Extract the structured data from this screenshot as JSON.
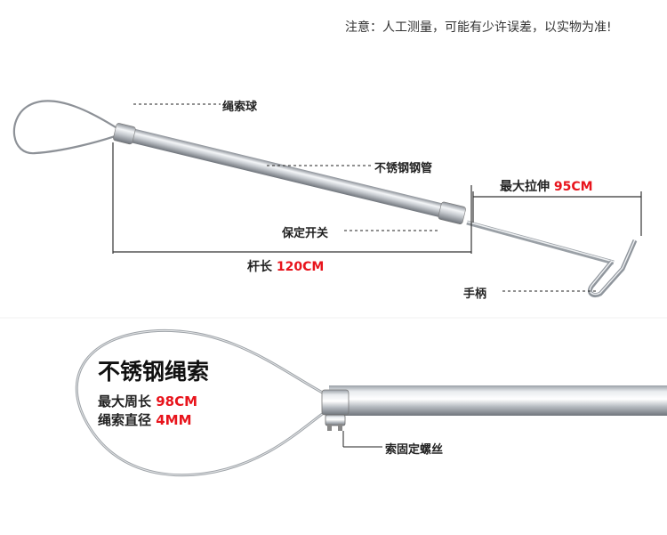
{
  "note": "注意：人工测量，可能有少许误差，以实物为准!",
  "top_diagram": {
    "labels": {
      "rope_loop": "绳索球",
      "steel_tube": "不锈钢钢管",
      "lock_switch": "保定开关",
      "handle": "手柄"
    },
    "max_stretch": {
      "label": "最大拉伸",
      "value": "95CM"
    },
    "pole_length": {
      "label": "杆长",
      "value": "120CM"
    }
  },
  "detail": {
    "title": "不锈钢绳索",
    "max_circumference": {
      "label": "最大周长",
      "value": "98CM"
    },
    "rope_diameter": {
      "label": "绳索直径",
      "value": "4MM"
    },
    "screw_label": "索固定螺丝"
  }
}
